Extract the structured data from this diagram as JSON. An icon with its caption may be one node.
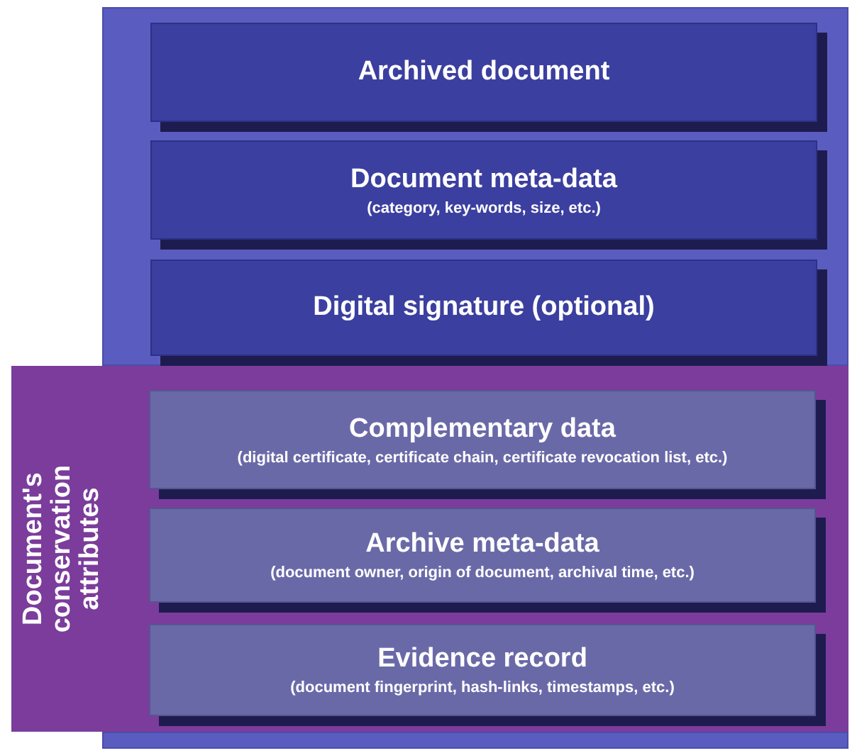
{
  "diagram": {
    "nodes": [
      {
        "text": [],
        "shape": "box"
      },
      {
        "text": [
          "Archived document"
        ],
        "in": 0
      },
      {
        "text": [
          "Document meta-data",
          "(category, key-words, size, etc.)"
        ],
        "in": 0
      },
      {
        "text": [
          "Digital signature (optional)"
        ],
        "in": 0
      },
      {
        "text": [
          "Document's conservation attributes"
        ]
      },
      {
        "text": [
          "Complementary data",
          "(digital certificate, certificate chain, certificate revocation list, etc.)"
        ],
        "in": 4
      },
      {
        "text": [
          "Archive meta-data",
          "(document owner, origin of document, archival time, etc.)"
        ],
        "in": 4
      },
      {
        "text": [
          "Evidence record",
          "(document fingerprint, hash-links, timestamps, etc.)"
        ],
        "in": 4
      }
    ]
  }
}
